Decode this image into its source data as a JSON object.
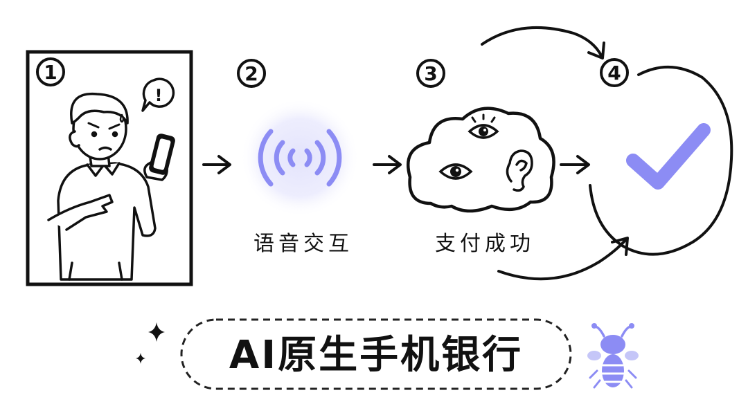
{
  "steps": [
    {
      "number": "1"
    },
    {
      "number": "2",
      "caption": "语音交互"
    },
    {
      "number": "3",
      "caption": "支付成功"
    },
    {
      "number": "4"
    }
  ],
  "banner": {
    "title": "AI原生手机银行"
  },
  "person_bubble": {
    "symbol": "!"
  },
  "colors": {
    "accent": "#8C8CF4",
    "accent_soft": "#D9DAFB",
    "ink": "#111111",
    "background": "#FFFFFF"
  },
  "icons": {
    "step1": "confused-person-with-phone",
    "step2": "sound-wave-icon",
    "step3": "cloud-with-eyes-and-ear-icon",
    "step4": "checkmark-icon",
    "mascot": "bee-icon",
    "decoration": "sparkle-icon"
  }
}
